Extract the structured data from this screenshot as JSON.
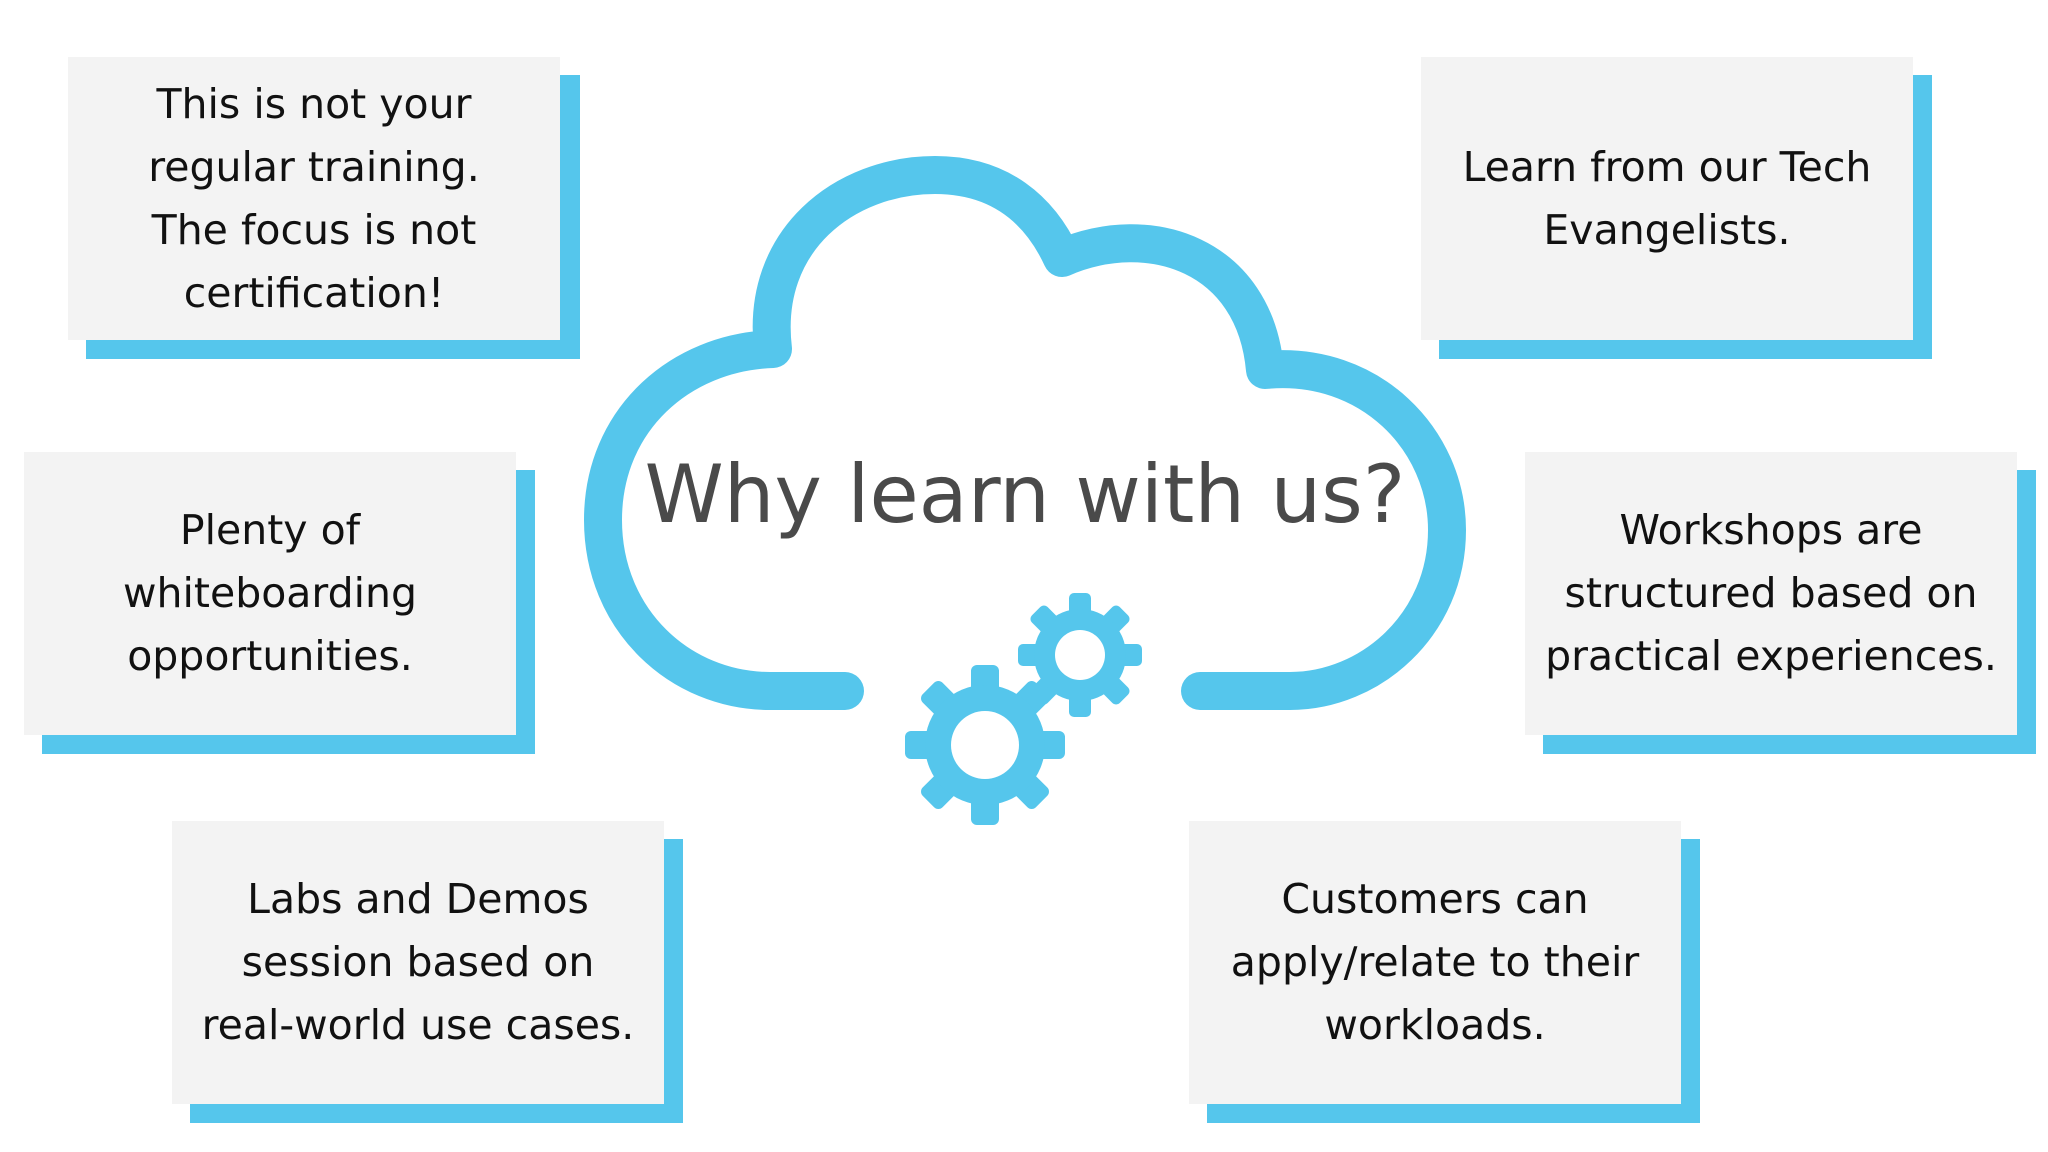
{
  "heading": "Why learn with us?",
  "accent_color": "#55c6ec",
  "card_color": "#f3f3f3",
  "cards": {
    "not_regular": {
      "lines": [
        "This is not your",
        "regular training.",
        "The focus is not",
        "certification!"
      ]
    },
    "evangelists": {
      "lines": [
        "Learn from our Tech",
        "Evangelists."
      ]
    },
    "whiteboarding": {
      "lines": [
        "Plenty of",
        "whiteboarding",
        "opportunities."
      ]
    },
    "workshops": {
      "lines": [
        "Workshops are",
        "structured based on",
        "practical experiences."
      ]
    },
    "labs_demos": {
      "lines": [
        "Labs and Demos",
        "session based on",
        "real-world use cases."
      ]
    },
    "customers": {
      "lines": [
        "Customers can",
        "apply/relate to their",
        "workloads."
      ]
    }
  },
  "icons": {
    "center": "cloud-icon",
    "gears": "gears-icon"
  }
}
